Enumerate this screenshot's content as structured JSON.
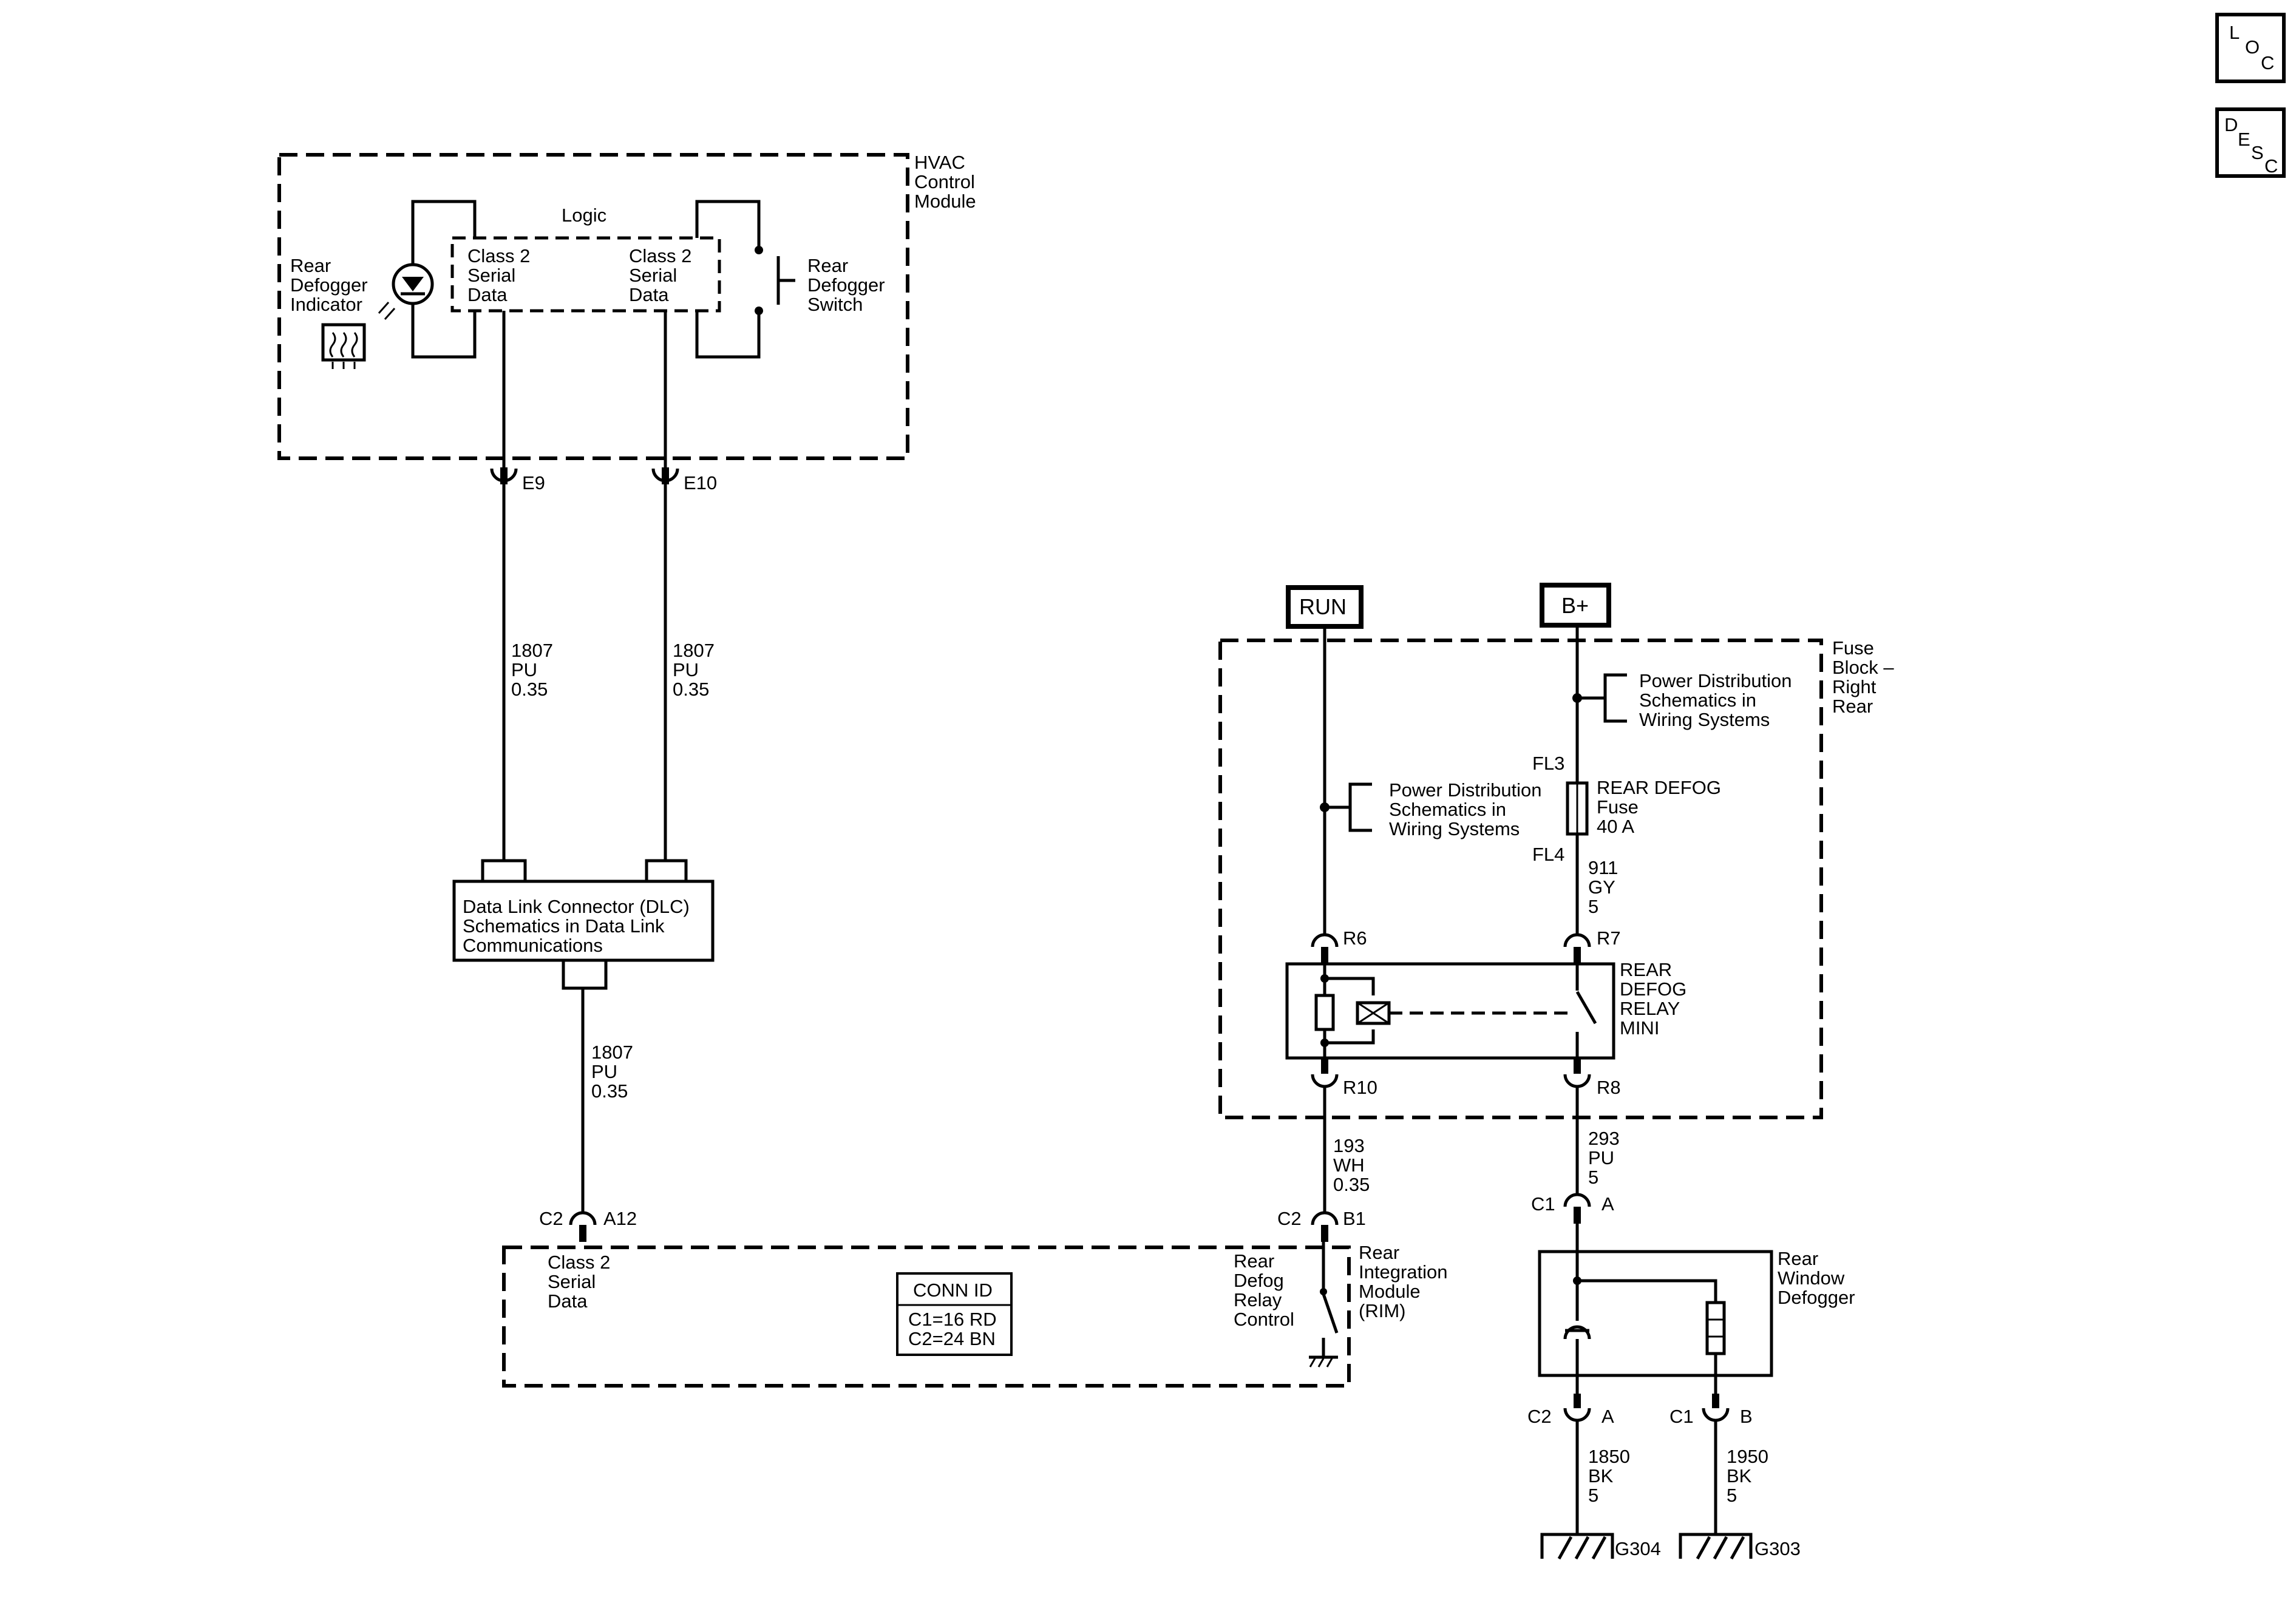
{
  "nav": {
    "loc": [
      "L",
      "O",
      "C"
    ],
    "desc": [
      "D",
      "E",
      "S",
      "C"
    ]
  },
  "hvac": {
    "title": [
      "HVAC",
      "Control",
      "Module"
    ],
    "logic": "Logic",
    "class2_left": [
      "Class 2",
      "Serial",
      "Data"
    ],
    "class2_right": [
      "Class 2",
      "Serial",
      "Data"
    ],
    "indicator_label": [
      "Rear",
      "Defogger",
      "Indicator"
    ],
    "switch_label": [
      "Rear",
      "Defogger",
      "Switch"
    ],
    "pin_e9": "E9",
    "pin_e10": "E10"
  },
  "wires": {
    "w1807_left": [
      "1807",
      "PU",
      "0.35"
    ],
    "w1807_right": [
      "1807",
      "PU",
      "0.35"
    ],
    "w1807_lower": [
      "1807",
      "PU",
      "0.35"
    ],
    "w193": [
      "193",
      "WH",
      "0.35"
    ],
    "w911": [
      "911",
      "GY",
      "5"
    ],
    "w293": [
      "293",
      "PU",
      "5"
    ],
    "w1850": [
      "1850",
      "BK",
      "5"
    ],
    "w1950": [
      "1950",
      "BK",
      "5"
    ]
  },
  "dlc": {
    "text": [
      "Data Link Connector (DLC)",
      "Schematics in Data Link",
      "Communications"
    ]
  },
  "power": {
    "run": "RUN",
    "bplus": "B+"
  },
  "fuse_block": {
    "title": [
      "Fuse",
      "Block –",
      "Right",
      "Rear"
    ],
    "pd_right": [
      "Power Distribution",
      "Schematics in",
      "Wiring Systems"
    ],
    "pd_left": [
      "Power Distribution",
      "Schematics in",
      "Wiring Systems"
    ],
    "fl3": "FL3",
    "fl4": "FL4",
    "fuse_label": [
      "REAR DEFOG",
      "Fuse",
      "40 A"
    ],
    "relay_label": [
      "REAR",
      "DEFOG",
      "RELAY",
      "MINI"
    ],
    "r6": "R6",
    "r7": "R7",
    "r10": "R10",
    "r8": "R8"
  },
  "rim": {
    "c2_a12": [
      "C2",
      "A12"
    ],
    "c2_b1": [
      "C2",
      "B1"
    ],
    "class2": [
      "Class 2",
      "Serial",
      "Data"
    ],
    "relay_control": [
      "Rear",
      "Defog",
      "Relay",
      "Control"
    ],
    "title": [
      "Rear",
      "Integration",
      "Module",
      "(RIM)"
    ],
    "conn_id_title": "CONN ID",
    "conn_id_rows": [
      "C1=16 RD",
      "C2=24 BN"
    ]
  },
  "defogger": {
    "title": [
      "Rear",
      "Window",
      "Defogger"
    ],
    "c1_a": [
      "C1",
      "A"
    ],
    "c2_a": [
      "C2",
      "A"
    ],
    "c1_b": [
      "C1",
      "B"
    ],
    "g304": "G304",
    "g303": "G303"
  }
}
